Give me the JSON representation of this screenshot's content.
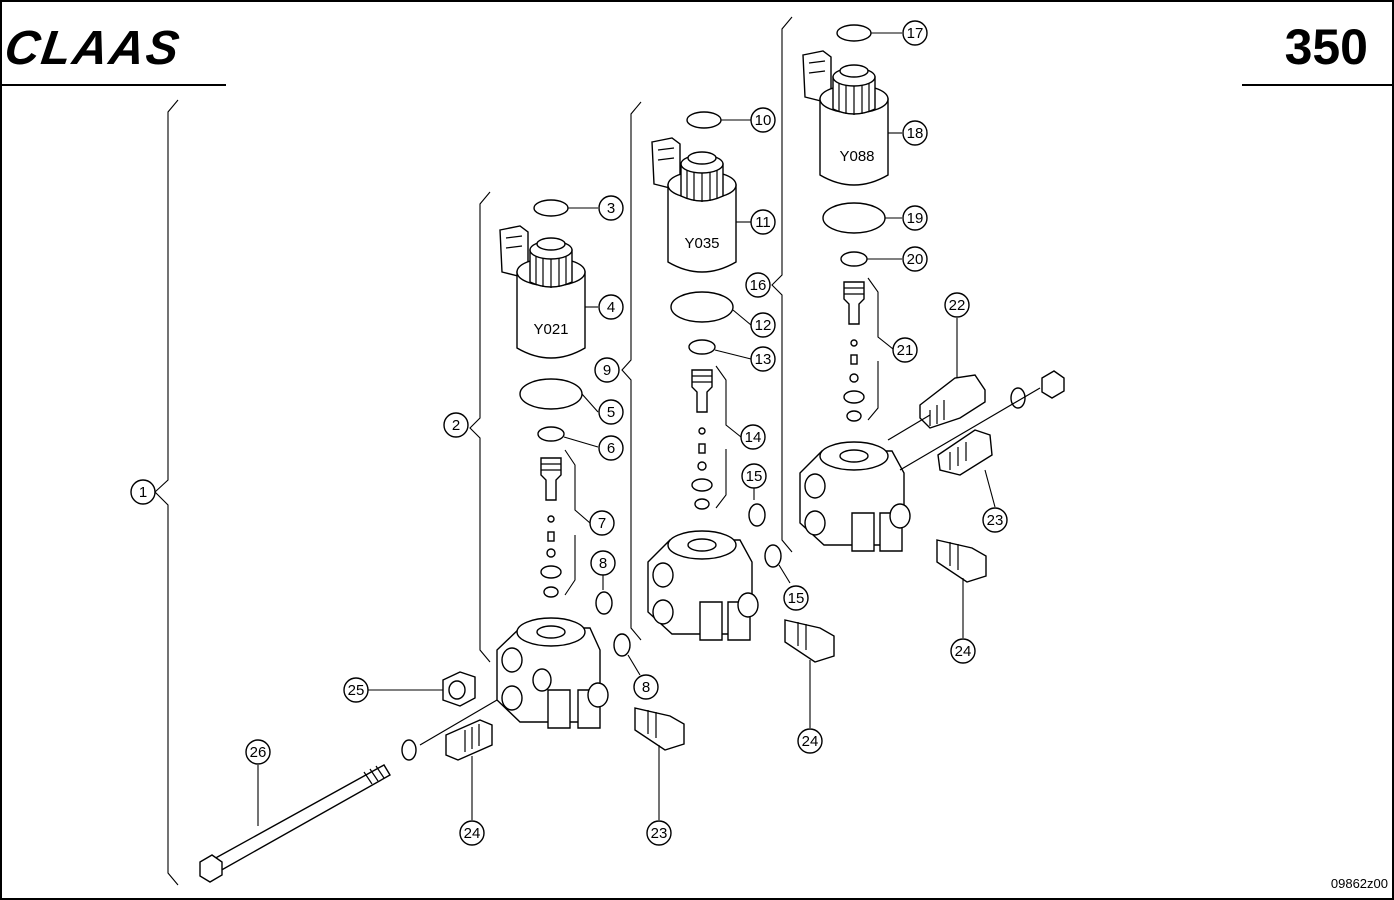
{
  "header": {
    "brand": "CLAAS",
    "page_number": "350"
  },
  "drawing_id": "09862z00",
  "solenoids": [
    {
      "code": "Y021"
    },
    {
      "code": "Y035"
    },
    {
      "code": "Y088"
    }
  ],
  "callouts": [
    "1",
    "2",
    "3",
    "4",
    "5",
    "6",
    "7",
    "8",
    "8",
    "9",
    "10",
    "11",
    "12",
    "13",
    "14",
    "15",
    "15",
    "16",
    "17",
    "18",
    "19",
    "20",
    "21",
    "22",
    "23",
    "23",
    "24",
    "24",
    "24",
    "25",
    "26"
  ]
}
